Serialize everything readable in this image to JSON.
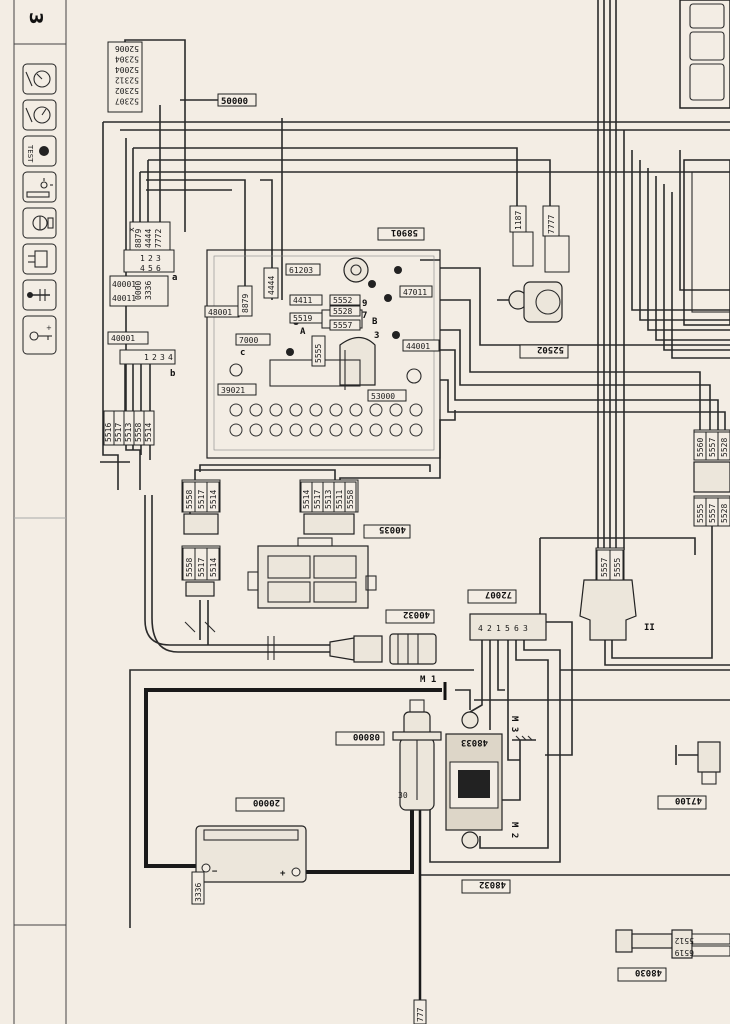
{
  "page_number": "3",
  "sidebar_icons": [
    "tachometer-icon",
    "speedometer-icon",
    "test-lamp-icon",
    "lighting-icon",
    "fuel-gauge-icon",
    "fuel-pump-icon",
    "temperature-icon",
    "ignition-key-icon"
  ],
  "test_label": "TEST",
  "connector_stack_top": [
    "52006",
    "52304",
    "52004",
    "52312",
    "52302",
    "52307"
  ],
  "labels": {
    "c50000": "50000",
    "c58901": "58901",
    "c52502": "52502",
    "c1187": "1187",
    "c7777": "7777",
    "c61203": "61203",
    "c47011": "47011",
    "c4411": "4411",
    "c5552": "5552",
    "c5528": "5528",
    "c5519": "5519",
    "c5557": "5557",
    "c5555": "5555",
    "c44001": "44001",
    "c48001": "48001",
    "c8879": "8879",
    "c4444": "4444",
    "c7000": "7000",
    "c53000": "53000",
    "c39021": "39021",
    "c40001": "40001",
    "c40011": "40011",
    "c8879b": "8879",
    "c4444b": "4444",
    "c7772": "7772",
    "c0000": "0000",
    "c3336": "3336",
    "c40001b": "40001",
    "c40035": "40035",
    "c40032": "40032",
    "c72007": "72007",
    "c08000": "08000",
    "c48033": "48033",
    "c20000": "20000",
    "c48032": "48032",
    "c47100": "47100",
    "c48030": "48030",
    "c3336b": "3336",
    "c777": "777",
    "c5512": "5512",
    "c6519": "6519"
  },
  "letters": {
    "a": "a",
    "b": "b",
    "c": "c",
    "A": "A",
    "B": "B",
    "M1": "M 1",
    "M2": "M 2",
    "M3": "M 3",
    "II": "II",
    "plus": "+",
    "minus": "−",
    "n30": "30",
    "n9": "9",
    "n7": "7",
    "n3": "3"
  },
  "pin_rows": {
    "a_left": [
      "1",
      "2",
      "3"
    ],
    "a_right": [
      "4",
      "5",
      "6"
    ],
    "b": [
      "1",
      "2",
      "3",
      "4"
    ],
    "c72007": [
      "4",
      "2",
      "1",
      "5",
      "6",
      "3"
    ]
  },
  "vertical_stacks": {
    "left_5516": [
      "5516",
      "5517",
      "5513",
      "5558",
      "5514"
    ],
    "conn_5558": [
      "5558",
      "5517",
      "5514"
    ],
    "conn_5558b": [
      "5558",
      "5517",
      "5514"
    ],
    "conn_5514": [
      "5514",
      "5517",
      "5513",
      "5511",
      "5558"
    ],
    "right_5560": [
      "5560",
      "5557",
      "5528"
    ],
    "right_5555": [
      "5555",
      "5557",
      "5528"
    ],
    "conn_5557": [
      "5557",
      "5555"
    ]
  }
}
